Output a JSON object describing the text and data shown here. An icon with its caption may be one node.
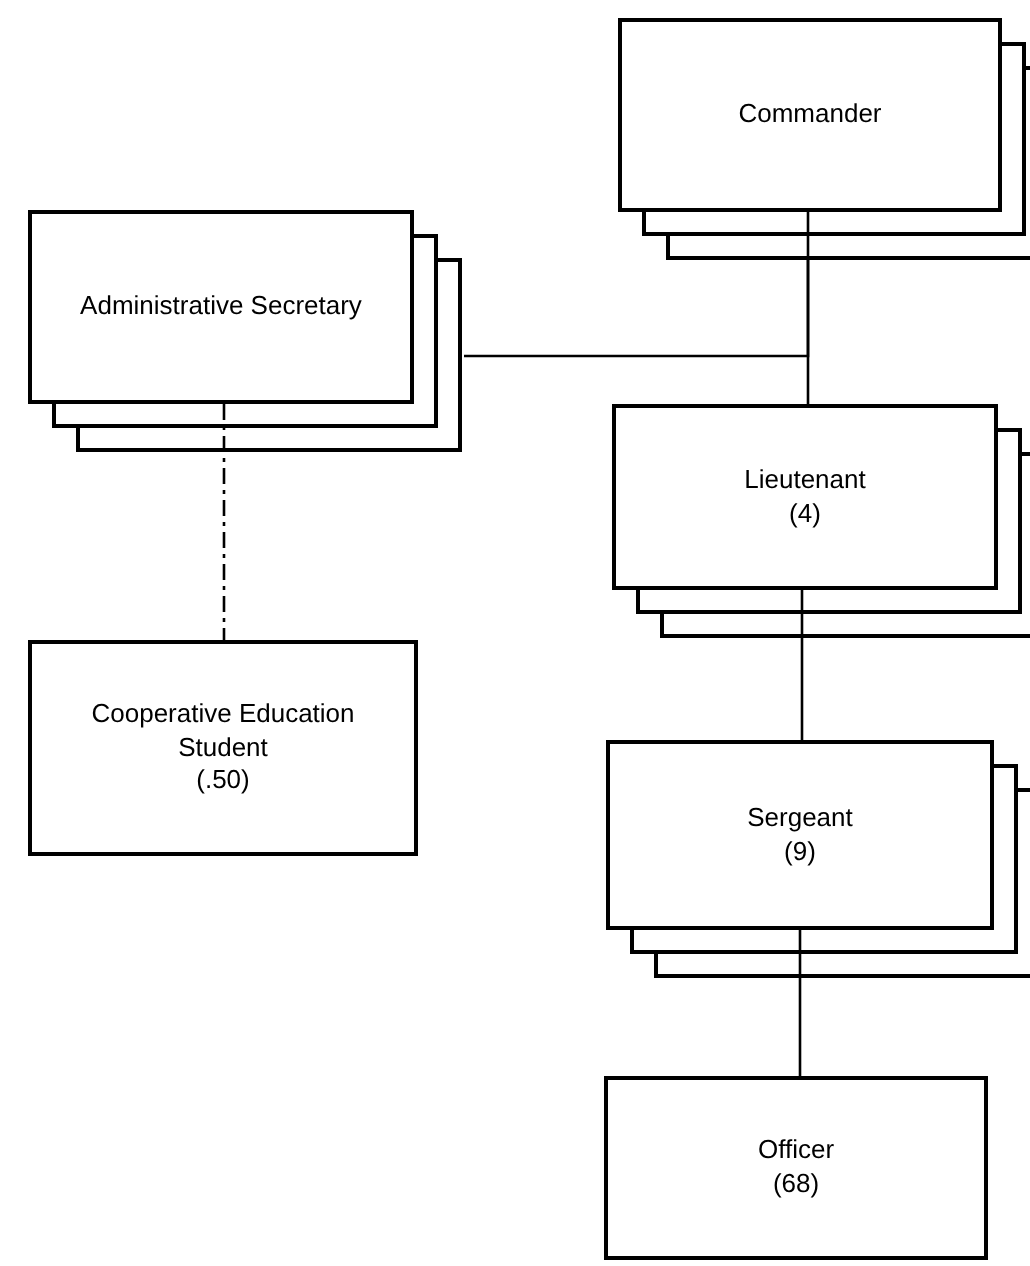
{
  "diagram": {
    "nodes": [
      {
        "text": [
          "Commander"
        ]
      },
      {
        "text": [
          "Administrative Secretary"
        ]
      },
      {
        "text": [
          "Lieutenant",
          "(4)"
        ]
      },
      {
        "text": [
          "Cooperative Education Student",
          "(.50)"
        ]
      },
      {
        "text": [
          "Sergeant",
          "(9)"
        ]
      },
      {
        "text": [
          "Officer",
          "(68)"
        ]
      }
    ],
    "edges": [
      {
        "from": 0,
        "to": 2,
        "arrow": "none"
      },
      {
        "from": 1,
        "to": 0,
        "arrow": "none"
      },
      {
        "from": 1,
        "to": 3,
        "arrow": "none",
        "style": "dashed"
      },
      {
        "from": 2,
        "to": 4,
        "arrow": "none"
      },
      {
        "from": 4,
        "to": 5,
        "arrow": "none"
      }
    ]
  }
}
